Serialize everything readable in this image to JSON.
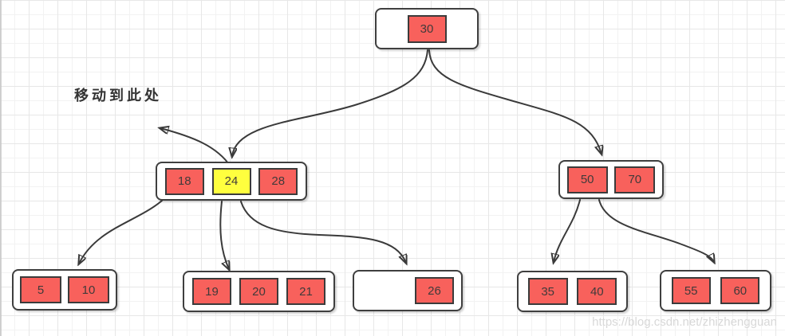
{
  "diagram": {
    "kind": "b-tree-insert-step",
    "annotation": "移动到此处",
    "watermark": "https://blog.csdn.net/zhizhengguan"
  },
  "colors": {
    "cell_red": "#f8615c",
    "cell_yellow": "#ffff3e",
    "node_border": "#3f3f3f",
    "arrow": "#3a3a3a",
    "grid_minor": "#f2f2f2",
    "grid_major": "#e7e7e7",
    "watermark_gray": "#d8d8d8"
  },
  "nodes": {
    "root": {
      "cells": [
        {
          "value": "30",
          "highlight": false
        }
      ]
    },
    "internal_left": {
      "cells": [
        {
          "value": "18",
          "highlight": false
        },
        {
          "value": "24",
          "highlight": true
        },
        {
          "value": "28",
          "highlight": false
        }
      ]
    },
    "internal_right": {
      "cells": [
        {
          "value": "50",
          "highlight": false
        },
        {
          "value": "70",
          "highlight": false
        }
      ]
    },
    "leaf_1": {
      "cells": [
        {
          "value": "5",
          "highlight": false
        },
        {
          "value": "10",
          "highlight": false
        }
      ]
    },
    "leaf_2": {
      "cells": [
        {
          "value": "19",
          "highlight": false
        },
        {
          "value": "20",
          "highlight": false
        },
        {
          "value": "21",
          "highlight": false
        }
      ]
    },
    "leaf_3": {
      "cells": [
        {
          "value": "26",
          "highlight": false
        }
      ]
    },
    "leaf_4": {
      "cells": [
        {
          "value": "35",
          "highlight": false
        },
        {
          "value": "40",
          "highlight": false
        }
      ]
    },
    "leaf_5": {
      "cells": [
        {
          "value": "55",
          "highlight": false
        },
        {
          "value": "60",
          "highlight": false
        }
      ]
    }
  }
}
